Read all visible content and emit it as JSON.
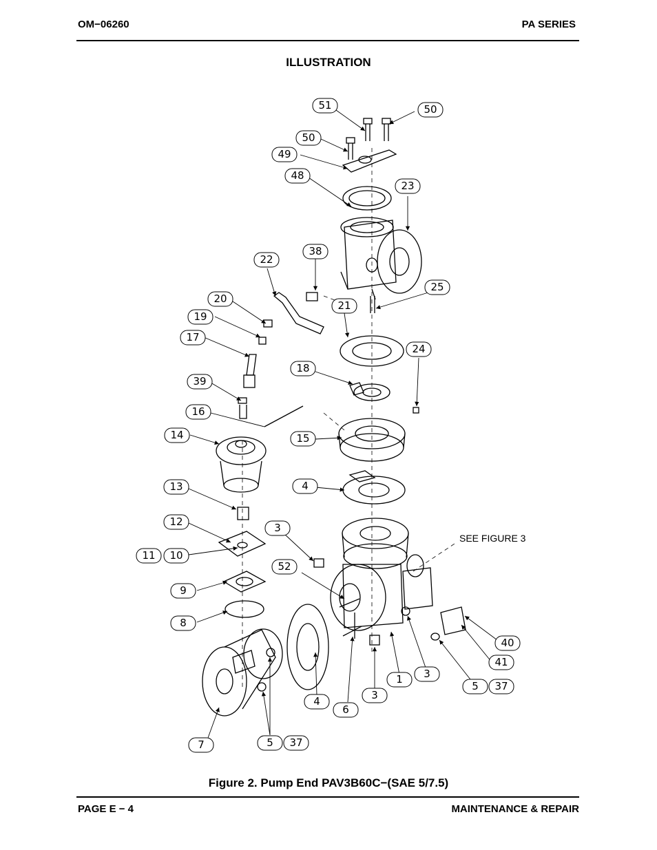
{
  "header": {
    "doc_number": "OM−06260",
    "series": "PA SERIES"
  },
  "section_title": "ILLUSTRATION",
  "figure": {
    "caption": "Figure 2. Pump End PAV3B60C−(SAE 5/7.5)",
    "note": "SEE FIGURE 3",
    "callouts": [
      "51",
      "50",
      "50",
      "49",
      "48",
      "23",
      "38",
      "22",
      "25",
      "20",
      "21",
      "19",
      "17",
      "24",
      "18",
      "39",
      "16",
      "14",
      "15",
      "4",
      "13",
      "12",
      "3",
      "11",
      "10",
      "52",
      "9",
      "8",
      "40",
      "41",
      "5",
      "37",
      "3",
      "7",
      "4",
      "6",
      "3",
      "1",
      "5",
      "37"
    ]
  },
  "footer": {
    "page": "PAGE E − 4",
    "section": "MAINTENANCE & REPAIR"
  }
}
